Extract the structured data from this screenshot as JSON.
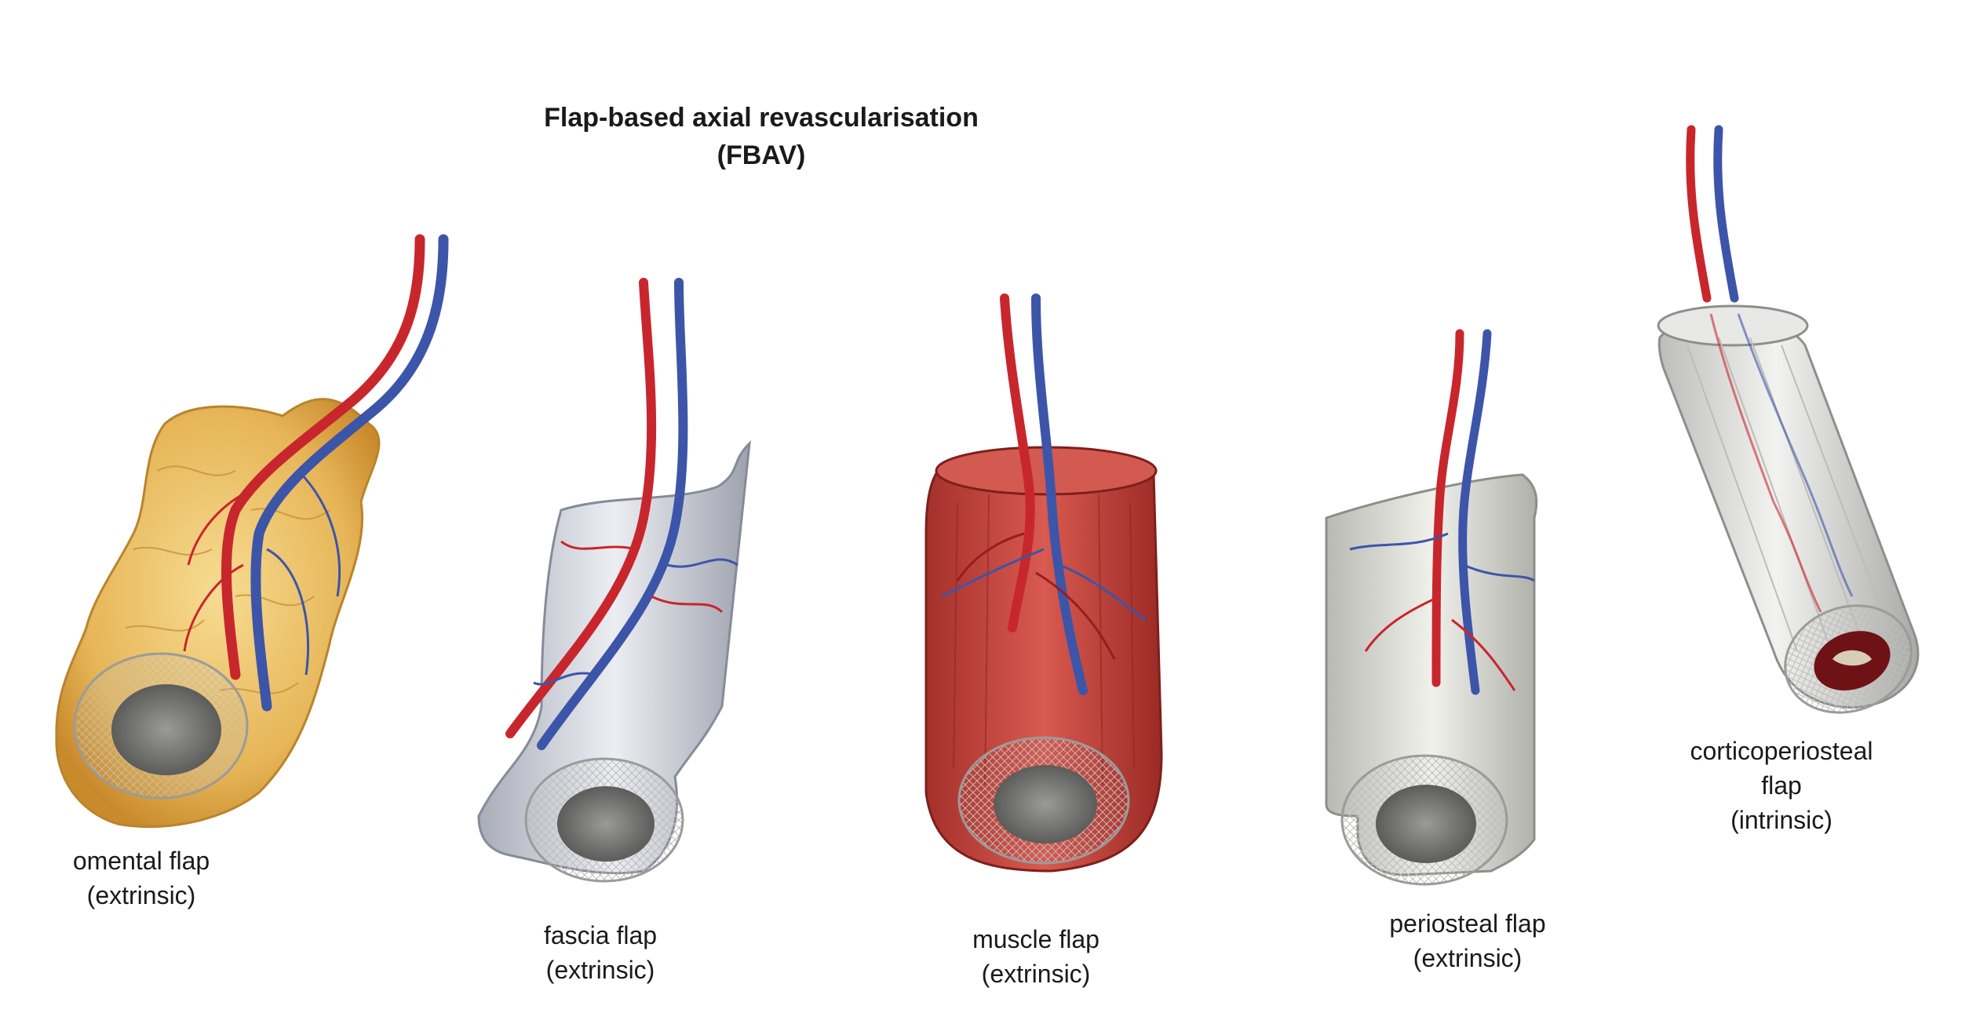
{
  "title": {
    "line1": "Flap-based axial revascularisation",
    "line2": "(FBAV)"
  },
  "flaps": [
    {
      "id": "omental",
      "name": "omental flap",
      "type": "(extrinsic)",
      "color": "#e3b85a"
    },
    {
      "id": "fascia",
      "name": "fascia flap",
      "type": "(extrinsic)",
      "color": "#c9ccd6"
    },
    {
      "id": "muscle",
      "name": "muscle flap",
      "type": "(extrinsic)",
      "color": "#c8463e"
    },
    {
      "id": "periosteal",
      "name": "periosteal flap",
      "type": "(extrinsic)",
      "color": "#dcdcd6"
    },
    {
      "id": "corticoperiosteal",
      "name_line1": "corticoperiosteal",
      "name_line2": "flap",
      "type": "(intrinsic)",
      "color": "#d9d9d6"
    }
  ],
  "colors": {
    "artery": "#c8262d",
    "vein": "#3d55a8",
    "bone": "#e9e9e7",
    "marrow": "#8a8a88"
  }
}
